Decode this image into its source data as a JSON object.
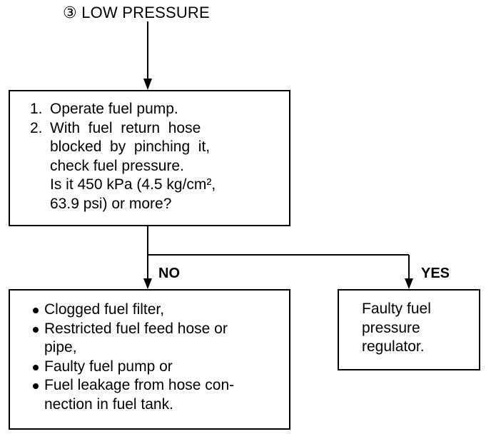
{
  "title": "③ LOW PRESSURE",
  "step_box": {
    "item1": {
      "num": "1.",
      "lines": [
        "Operate fuel pump."
      ]
    },
    "item2": {
      "num": "2.",
      "lines": [
        "With  fuel  return  hose",
        "blocked  by  pinching  it,",
        "check fuel pressure.",
        "Is it 450 kPa (4.5 kg/cm²,",
        "63.9 psi) or more?"
      ]
    }
  },
  "branch_no": {
    "label": "NO",
    "bullets": [
      [
        "Clogged fuel filter,"
      ],
      [
        "Restricted fuel feed hose or",
        "pipe,"
      ],
      [
        "Faulty fuel pump or"
      ],
      [
        "Fuel leakage from hose con-",
        "nection in fuel tank."
      ]
    ]
  },
  "branch_yes": {
    "label": "YES",
    "lines": [
      "Faulty fuel",
      "pressure",
      "regulator."
    ]
  }
}
